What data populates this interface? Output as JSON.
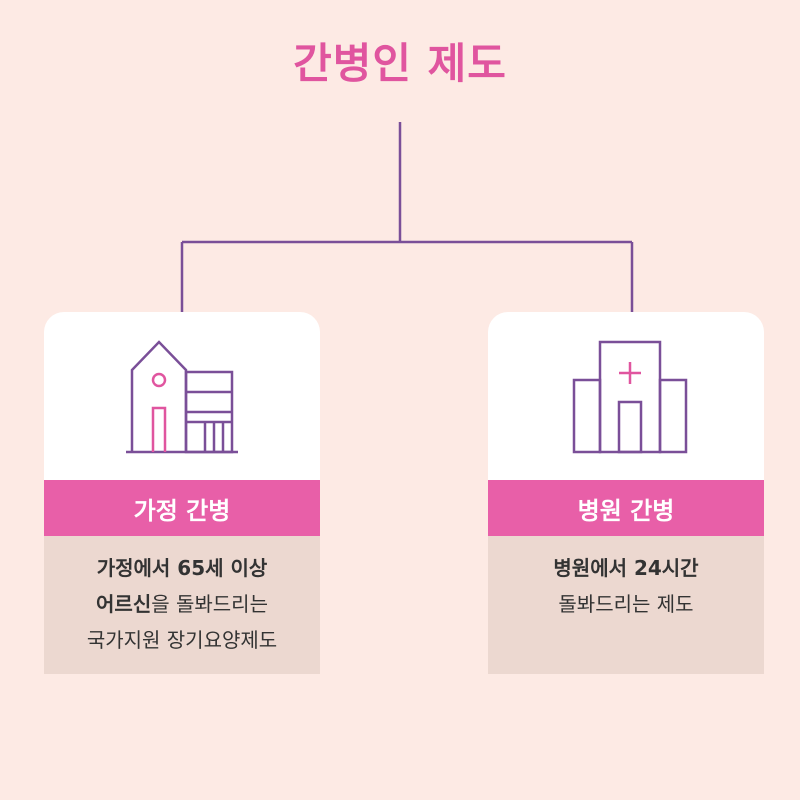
{
  "title": "간병인 제도",
  "colors": {
    "background": "#fdeae4",
    "title": "#e0559f",
    "line": "#7a4f98",
    "label_bar": "#e85fa8",
    "description_bg": "#ecd8d0"
  },
  "cards": [
    {
      "icon": "house-icon",
      "label": "가정 간병",
      "lines": [
        {
          "bold": "가정에서 65세 이상",
          "normal": ""
        },
        {
          "bold": "어르신",
          "normal": "을 돌봐드리는"
        },
        {
          "bold": "",
          "normal": "국가지원 장기요양제도"
        }
      ]
    },
    {
      "icon": "hospital-icon",
      "label": "병원 간병",
      "lines": [
        {
          "bold": "병원에서 24시간",
          "normal": ""
        },
        {
          "bold": "",
          "normal": "돌봐드리는 제도"
        }
      ]
    }
  ]
}
